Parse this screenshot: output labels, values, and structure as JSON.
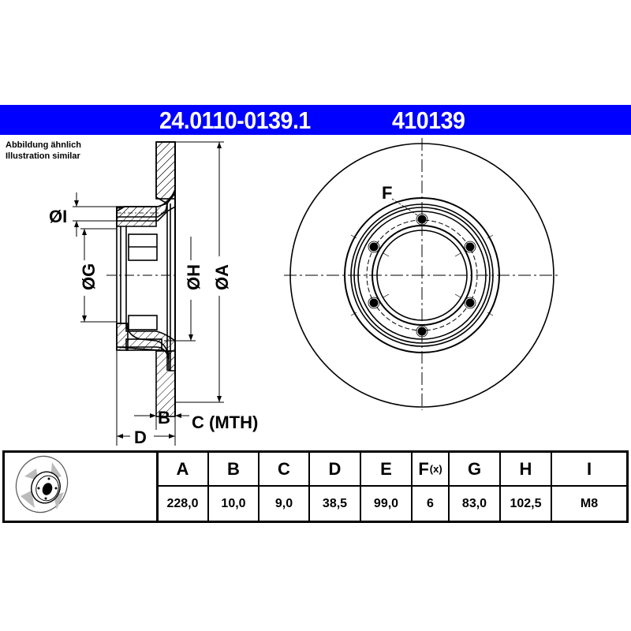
{
  "header": {
    "part_number": "24.0110-0139.1",
    "short_number": "410139",
    "banner_color": "#0000ff"
  },
  "caption": {
    "line1": "Abbildung ähnlich",
    "line2": "Illustration similar"
  },
  "drawing": {
    "section_labels": {
      "I": "ØI",
      "G": "ØG",
      "H": "ØH",
      "A": "ØA",
      "B": "B",
      "C": "C (MTH)",
      "D": "D"
    },
    "front_view": {
      "bolt_hole_label": "F",
      "bolt_hole_count": 6
    }
  },
  "spec_table": {
    "thumbnail_icon": "brake-disc-thumbnail-icon",
    "columns": [
      {
        "key": "A",
        "label": "A",
        "value": "228,0"
      },
      {
        "key": "B",
        "label": "B",
        "value": "10,0"
      },
      {
        "key": "C",
        "label": "C",
        "value": "9,0"
      },
      {
        "key": "D",
        "label": "D",
        "value": "38,5"
      },
      {
        "key": "E",
        "label": "E",
        "value": "99,0"
      },
      {
        "key": "F",
        "label": "F",
        "sub": "(x)",
        "value": "6"
      },
      {
        "key": "G",
        "label": "G",
        "value": "83,0"
      },
      {
        "key": "H",
        "label": "H",
        "value": "102,5"
      },
      {
        "key": "I",
        "label": "I",
        "value": "M8"
      }
    ]
  }
}
